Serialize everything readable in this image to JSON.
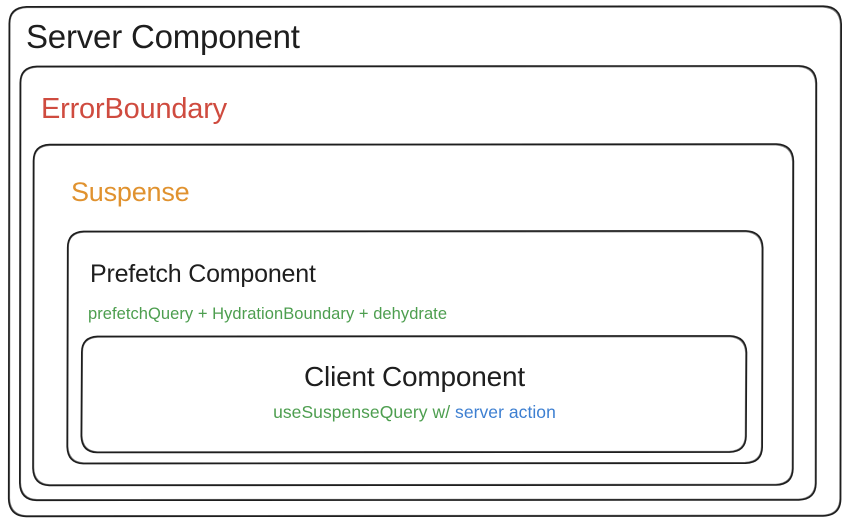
{
  "diagram": {
    "kind": "nested-box-architecture-diagram",
    "background_color": "#ffffff",
    "stroke_color": "#1e1e1e",
    "palette": {
      "black": "#1e1e1e",
      "red": "#cf4b3f",
      "orange": "#e0922f",
      "green": "#4d9e4f",
      "blue": "#3d7fd1"
    },
    "boxes": [
      {
        "id": "server-component",
        "label": "Server Component",
        "label_color": "#1e1e1e",
        "depth": 1
      },
      {
        "id": "error-boundary",
        "label": "ErrorBoundary",
        "label_color": "#cf4b3f",
        "depth": 2
      },
      {
        "id": "suspense",
        "label": "Suspense",
        "label_color": "#e0922f",
        "depth": 3
      },
      {
        "id": "prefetch-component",
        "label": "Prefetch Component",
        "label_color": "#1e1e1e",
        "depth": 4,
        "subtitle": "prefetchQuery + HydrationBoundary + dehydrate",
        "subtitle_color": "#4d9e4f"
      },
      {
        "id": "client-component",
        "label": "Client Component",
        "label_color": "#1e1e1e",
        "depth": 5,
        "subtitle_part_1": "useSuspenseQuery w/",
        "subtitle_part_1_color": "#4d9e4f",
        "subtitle_part_2": "server action",
        "subtitle_part_2_color": "#3d7fd1"
      }
    ]
  }
}
